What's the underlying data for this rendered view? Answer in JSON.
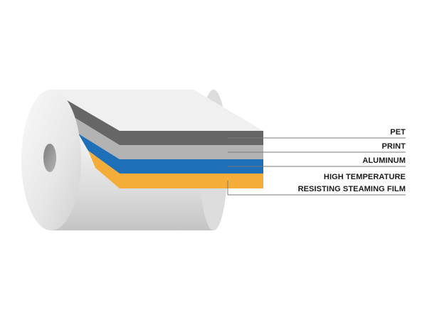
{
  "layers": [
    {
      "label": "PET",
      "color": "#666666"
    },
    {
      "label": "PRINT",
      "color": "#b3b3b3"
    },
    {
      "label": "ALUMINUM",
      "color": "#1d6fb8"
    },
    {
      "label": "HIGH TEMPERATURE",
      "label2": "RESISTING STEAMING FILM",
      "color": "#f5ad3a"
    }
  ],
  "colors": {
    "roll_body": "#e8e8e8",
    "roll_top": "#f3f3f3",
    "core_hole": "#9a9a9a",
    "leader_line": "#7a7a7a"
  }
}
